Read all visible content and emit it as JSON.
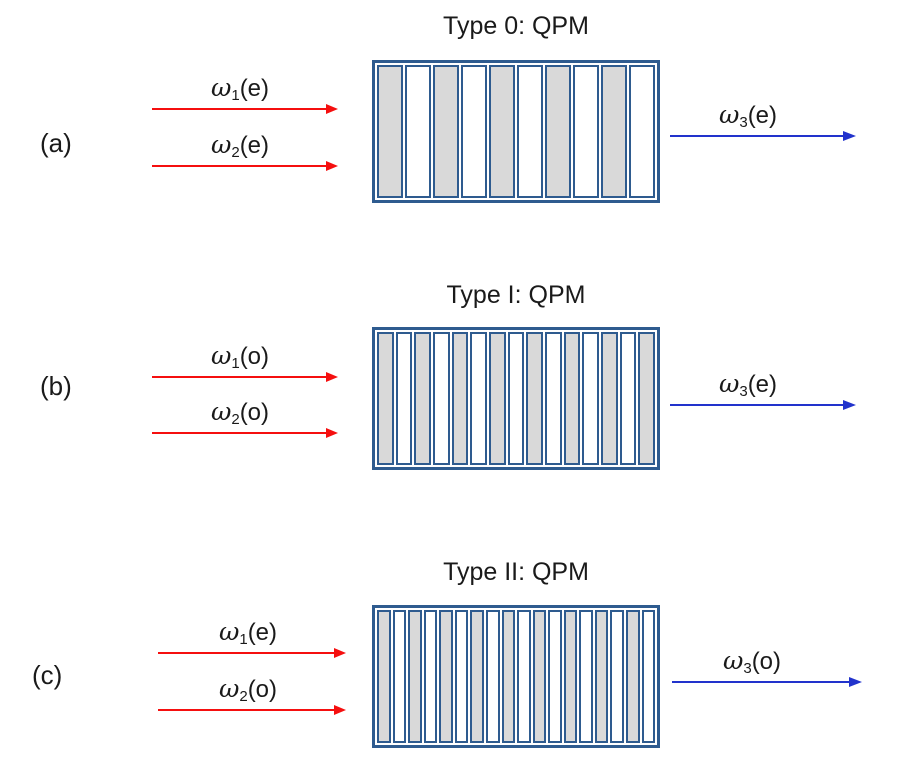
{
  "colors": {
    "input_arrow": "#F50F0F",
    "output_arrow": "#2233CC",
    "box_border": "#2E5B8F",
    "stripe_gray": "#D9D9D9"
  },
  "panels": [
    {
      "label": "(a)",
      "title": "Type 0: QPM",
      "stripes": 10,
      "inputs": [
        {
          "omega": "ω",
          "sub": "1",
          "pol": "(e)"
        },
        {
          "omega": "ω",
          "sub": "2",
          "pol": "(e)"
        }
      ],
      "output": {
        "omega": "ω",
        "sub": "3",
        "pol": "(e)"
      }
    },
    {
      "label": "(b)",
      "title": "Type I: QPM",
      "stripes": 15,
      "inputs": [
        {
          "omega": "ω",
          "sub": "1",
          "pol": "(o)"
        },
        {
          "omega": "ω",
          "sub": "2",
          "pol": "(o)"
        }
      ],
      "output": {
        "omega": "ω",
        "sub": "3",
        "pol": "(e)"
      }
    },
    {
      "label": "(c)",
      "title": "Type II: QPM",
      "stripes": 18,
      "inputs": [
        {
          "omega": "ω",
          "sub": "1",
          "pol": "(e)"
        },
        {
          "omega": "ω",
          "sub": "2",
          "pol": "(o)"
        }
      ],
      "output": {
        "omega": "ω",
        "sub": "3",
        "pol": "(o)"
      }
    }
  ]
}
